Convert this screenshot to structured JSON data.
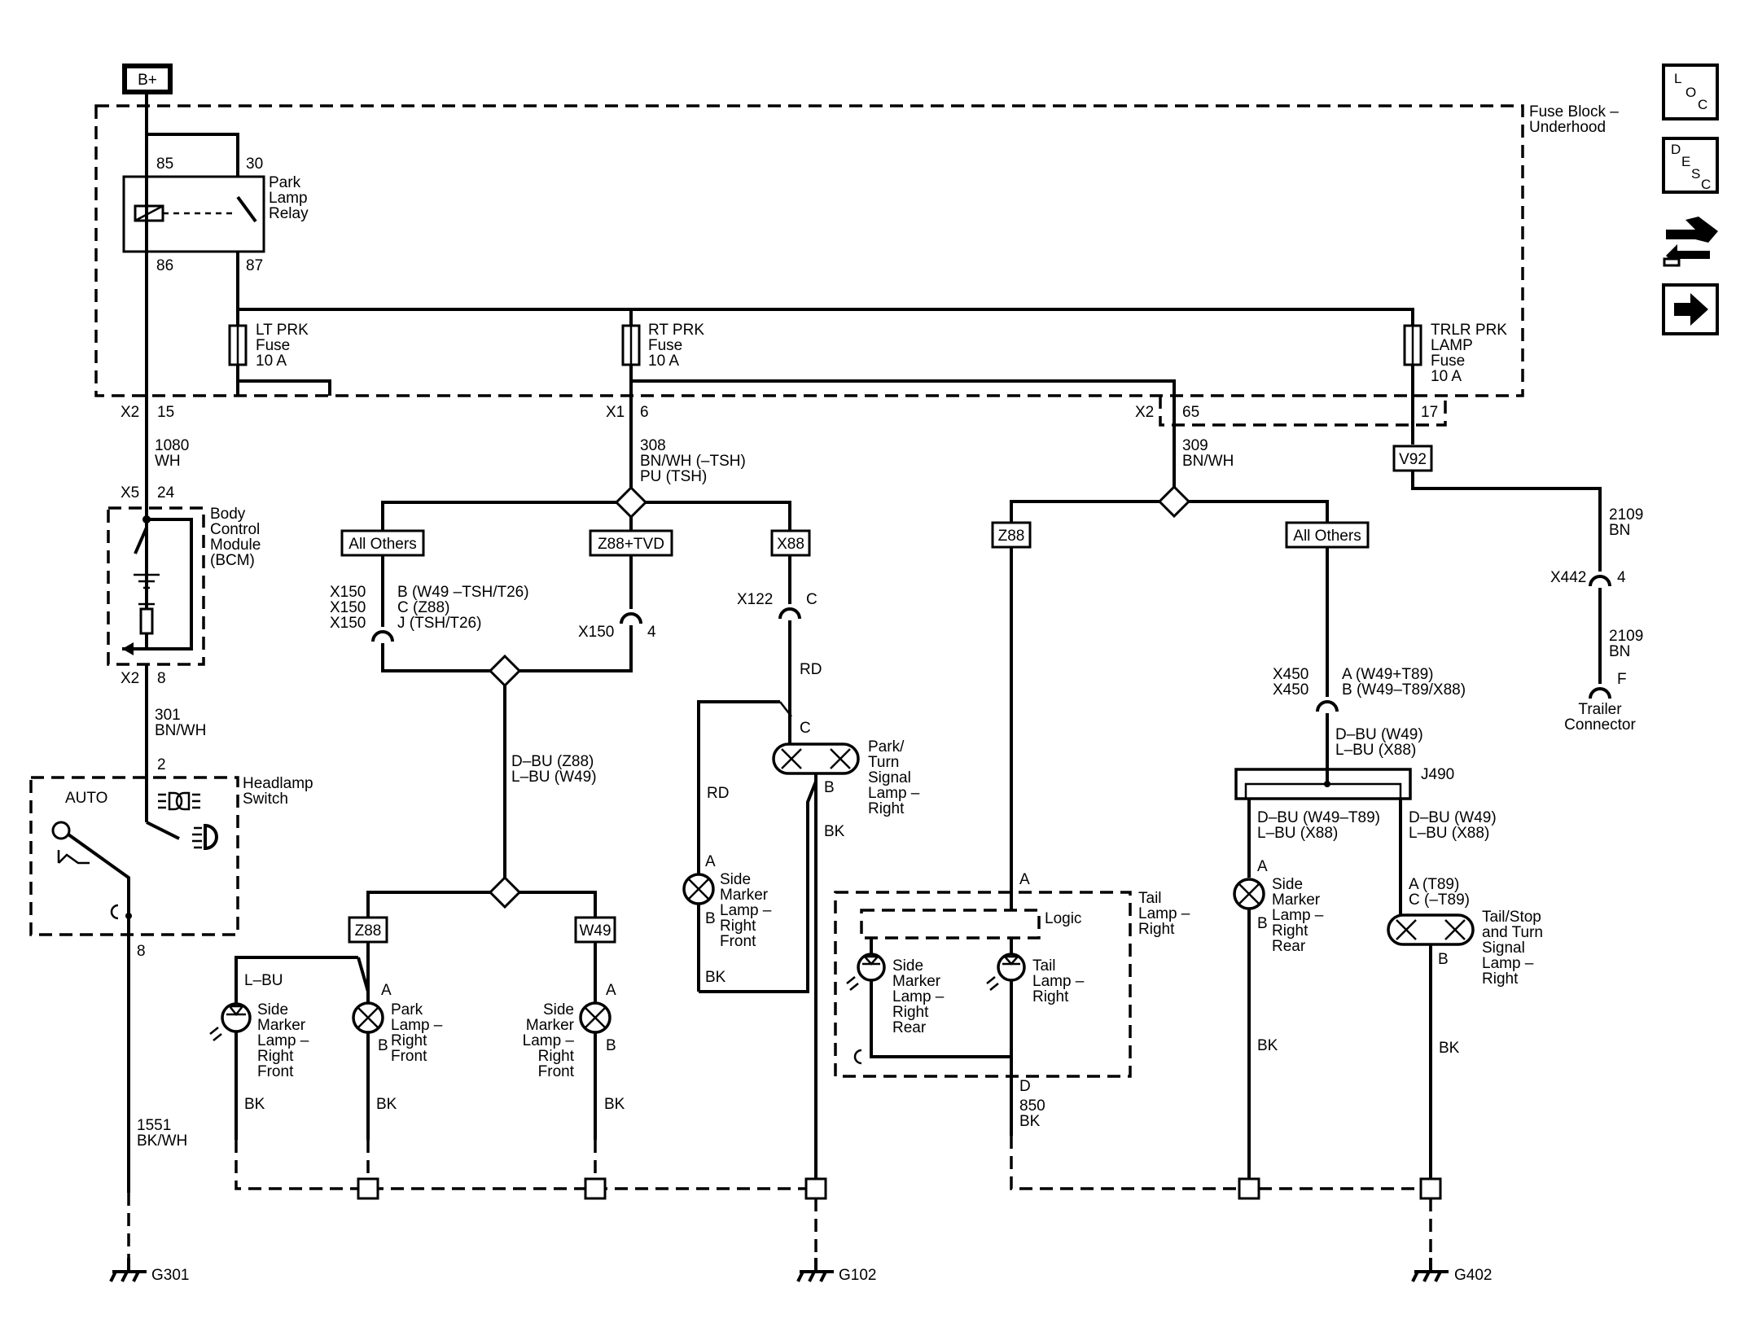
{
  "supply": {
    "label": "B+"
  },
  "fuse_block": {
    "title_line1": "Fuse Block –",
    "title_line2": "Underhood"
  },
  "relay": {
    "line1": "Park",
    "line2": "Lamp",
    "line3": "Relay",
    "pin85": "85",
    "pin30": "30",
    "pin86": "86",
    "pin87": "87"
  },
  "fuses": {
    "lt": {
      "line1": "LT PRK",
      "line2": "Fuse",
      "line3": "10 A"
    },
    "rt": {
      "line1": "RT PRK",
      "line2": "Fuse",
      "line3": "10 A"
    },
    "trlr": {
      "line1": "TRLR PRK",
      "line2": "LAMP",
      "line3": "Fuse",
      "line4": "10 A"
    }
  },
  "connectors": {
    "x2_15_conn": "X2",
    "x2_15_pin": "15",
    "x1_6_conn": "X1",
    "x1_6_pin": "6",
    "x2_65_conn": "X2",
    "x2_65_pin": "65",
    "pin17": "17",
    "x5": "X5",
    "x5_pin": "24",
    "x2_8_conn": "X2",
    "x2_8_pin": "8",
    "hs_pin2": "2",
    "hs_pin8": "8",
    "x150_a": "X150",
    "x150_b": "X150",
    "x150_c": "X150",
    "x150_pins_b": "B (W49 –TSH/T26)",
    "x150_pins_c": "C (Z88)",
    "x150_pins_j": "J (TSH/T26)",
    "x150_4_conn": "X150",
    "x150_4_pin": "4",
    "x122": "X122",
    "x122_pin": "C",
    "x442": "X442",
    "x442_pin": "4",
    "x450_a": "X450",
    "x450_b": "X450",
    "x450_pin_a": "A (W49+T89)",
    "x450_pin_b": "B (W49–T89/X88)",
    "trailer_pin": "F",
    "j490": "J490"
  },
  "wires": {
    "w1080_num": "1080",
    "w1080_color": "WH",
    "w301_num": "301",
    "w301_color": "BN/WH",
    "w308_num": "308",
    "w308_line2": "BN/WH (–TSH)",
    "w308_line3": "PU (TSH)",
    "w309_num": "309",
    "w309_color": "BN/WH",
    "w2109a_num": "2109",
    "w2109a_color": "BN",
    "w2109b_num": "2109",
    "w2109b_color": "BN",
    "w1551_num": "1551",
    "w1551_color": "BK/WH",
    "w850_pin": "D",
    "w850_num": "850",
    "w850_color": "BK",
    "dbu_z88": "D–BU (Z88)",
    "lbu_w49": "L–BU (W49)",
    "dbu_w49": "D–BU (W49)",
    "lbu_x88": "L–BU (X88)",
    "dbu_w49t89": "D–BU (W49–T89)",
    "lbu_x88_b": "L–BU (X88)",
    "dbu_w49_r": "D–BU (W49)",
    "lbu_x88_r": "L–BU (X88)",
    "lbu": "L–BU",
    "rd1": "RD",
    "rd2": "RD",
    "bk": "BK"
  },
  "options": {
    "all_others_left": "All Others",
    "z88tvd": "Z88+TVD",
    "x88": "X88",
    "z88_right": "Z88",
    "all_others_right": "All Others",
    "z88_lower": "Z88",
    "w49_lower": "W49",
    "v92": "V92"
  },
  "components": {
    "bcm": {
      "line1": "Body",
      "line2": "Control",
      "line3": "Module",
      "line4": "(BCM)"
    },
    "headlamp_switch": {
      "line1": "Headlamp",
      "line2": "Switch",
      "auto": "AUTO"
    },
    "park_turn": {
      "line1": "Park/",
      "line2": "Turn",
      "line3": "Signal",
      "line4": "Lamp –",
      "line5": "Right",
      "pinC": "C",
      "pinB": "B"
    },
    "side_marker_rf_rd": {
      "line1": "Side",
      "line2": "Marker",
      "line3": "Lamp –",
      "line4": "Right",
      "line5": "Front",
      "pinA": "A",
      "pinB": "B"
    },
    "side_marker_rf_led": {
      "line1": "Side",
      "line2": "Marker",
      "line3": "Lamp –",
      "line4": "Right",
      "line5": "Front"
    },
    "park_lamp_rf": {
      "line1": "Park",
      "line2": "Lamp –",
      "line3": "Right",
      "line4": "Front",
      "pinA": "A",
      "pinB": "B"
    },
    "side_marker_rf_w49": {
      "line1": "Side",
      "line2": "Marker",
      "line3": "Lamp –",
      "line4": "Right",
      "line5": "Front",
      "pinA": "A",
      "pinB": "B"
    },
    "tail_lamp": {
      "line1": "Tail",
      "line2": "Lamp –",
      "line3": "Right",
      "logic": "Logic",
      "pinA": "A",
      "sm_line1": "Side",
      "sm_line2": "Marker",
      "sm_line3": "Lamp –",
      "sm_line4": "Right",
      "sm_line5": "Rear",
      "tl_line1": "Tail",
      "tl_line2": "Lamp –",
      "tl_line3": "Right"
    },
    "side_marker_rr": {
      "line1": "Side",
      "line2": "Marker",
      "line3": "Lamp –",
      "line4": "Right",
      "line5": "Rear",
      "pinA": "A",
      "pinB": "B"
    },
    "tail_stop": {
      "line1": "Tail/Stop",
      "line2": "and Turn",
      "line3": "Signal",
      "line4": "Lamp –",
      "line5": "Right",
      "pinA": "A (T89)",
      "pinC": "C (–T89)",
      "pinB": "B"
    },
    "trailer": {
      "line1": "Trailer",
      "line2": "Connector"
    }
  },
  "grounds": {
    "g301": "G301",
    "g102": "G102",
    "g402": "G402"
  },
  "side_icons": {
    "loc": [
      "L",
      "O",
      "C"
    ],
    "desc": [
      "D",
      "E",
      "S",
      "C"
    ]
  }
}
